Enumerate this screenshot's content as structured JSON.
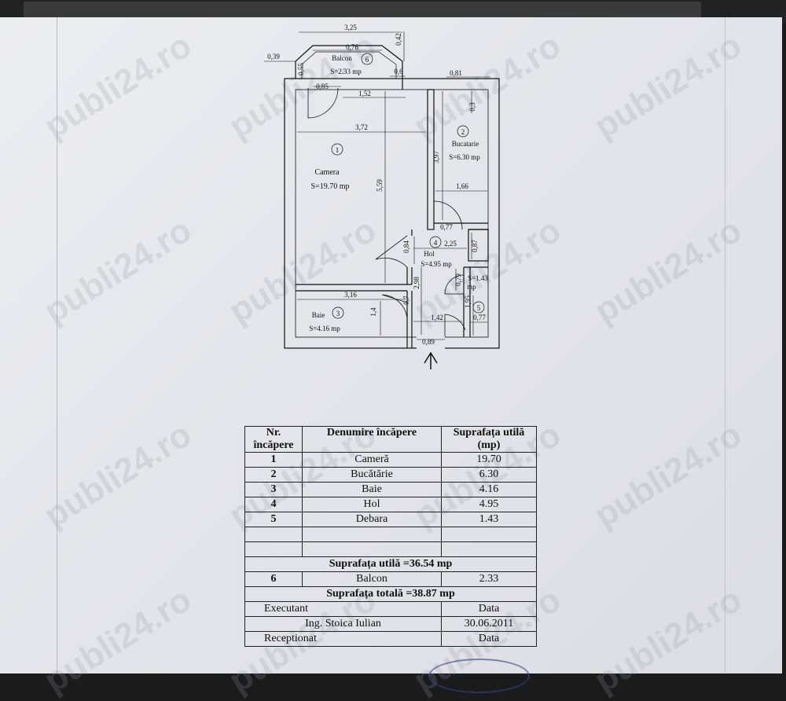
{
  "watermark": "publi24.ro",
  "plan": {
    "rooms": [
      {
        "num": "1",
        "name": "Camera",
        "area": "S=19.70 mp"
      },
      {
        "num": "2",
        "name": "Bucatarie",
        "area": "S=6.30 mp"
      },
      {
        "num": "3",
        "name": "Baie",
        "area": "S=4.16 mp"
      },
      {
        "num": "4",
        "name": "Hol",
        "area": "S=4.95 mp"
      },
      {
        "num": "5",
        "area1": "S=1.43",
        "area2": "mp"
      },
      {
        "num": "6",
        "name": "Balcon",
        "area": "S=2.33 mp"
      }
    ],
    "dims": {
      "d325": "3,25",
      "d039": "0,39",
      "d076": "0,76",
      "d042": "0,42",
      "d055": "0,55",
      "d06": "0,6",
      "d081": "0,81",
      "d085": "0,85",
      "d152": "1,52",
      "d03": "0,3",
      "d372": "3,72",
      "d397": "3,97",
      "d559": "5,59",
      "d166": "1,66",
      "d077a": "0,77",
      "d084": "0,84",
      "d225": "2,25",
      "d087": "0,87",
      "d298": "2,98",
      "d079": "0,79",
      "d316": "3,16",
      "d07": "0,7",
      "d14": "1,4",
      "d142": "1,42",
      "d195": "1,95",
      "d077b": "0,77",
      "d089": "0,89"
    }
  },
  "table": {
    "headers": {
      "nr": "Nr. încăpere",
      "name": "Denumire încăpere",
      "area": "Suprafața utilă (mp)"
    },
    "rows": [
      {
        "nr": "1",
        "name": "Cameră",
        "area": "19.70"
      },
      {
        "nr": "2",
        "name": "Bucătărie",
        "area": "6.30"
      },
      {
        "nr": "3",
        "name": "Baie",
        "area": "4.16"
      },
      {
        "nr": "4",
        "name": "Hol",
        "area": "4.95"
      },
      {
        "nr": "5",
        "name": "Debara",
        "area": "1.43"
      }
    ],
    "util_total": "Suprafața utilă =36.54 mp",
    "balcon": {
      "nr": "6",
      "name": "Balcon",
      "area": "2.33"
    },
    "total": "Suprafața totală =38.87  mp",
    "executant_label": "Executant",
    "data_label": "Data",
    "engineer": "Ing. Stoica Iulian",
    "date": "30.06.2011",
    "receptionat_label": "Receptionat",
    "data_label2": "Data"
  }
}
